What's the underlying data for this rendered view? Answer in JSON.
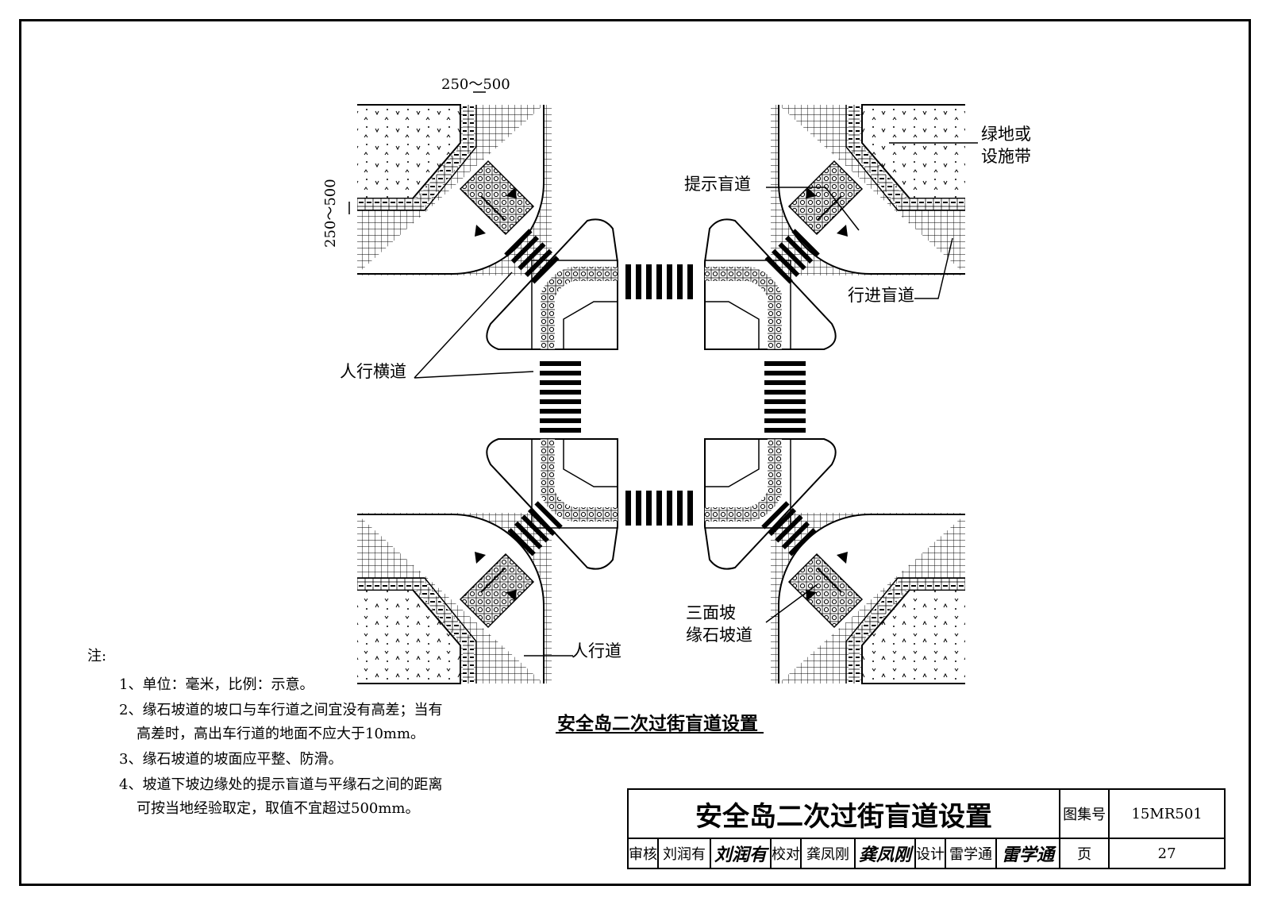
{
  "labels": {
    "greenbelt": "绿地或\n设施带",
    "warning_path": "提示盲道",
    "travel_path": "行进盲道",
    "crosswalk": "人行横道",
    "three_side_ramp": "三面坡\n缘石坡道",
    "sidewalk": "人行道"
  },
  "dimensions": {
    "top": "250～500",
    "side": "250～500"
  },
  "notes": {
    "heading": "注:",
    "items": [
      "1、单位：毫米，比例：示意。",
      "2、缘石坡道的坡口与车行道之间宜没有高差；当有",
      "高差时，高出车行道的地面不应大于10mm。",
      "3、缘石坡道的坡面应平整、防滑。",
      "4、坡道下坡边缘处的提示盲道与平缘石之间的距离",
      "可按当地经验取定，取值不宜超过500mm。"
    ]
  },
  "diagram_title": "安全岛二次过街盲道设置",
  "title_block": {
    "title": "安全岛二次过街盲道设置",
    "atlas_label": "图集号",
    "atlas_no": "15MR501",
    "review_label": "审核",
    "reviewer": "刘润有",
    "reviewer_sig": "刘润有",
    "check_label": "校对",
    "checker": "龚凤刚",
    "checker_sig": "龚凤刚",
    "design_label": "设计",
    "designer": "雷学通",
    "designer_sig": "雷学通",
    "page_label": "页",
    "page_no": "27"
  }
}
